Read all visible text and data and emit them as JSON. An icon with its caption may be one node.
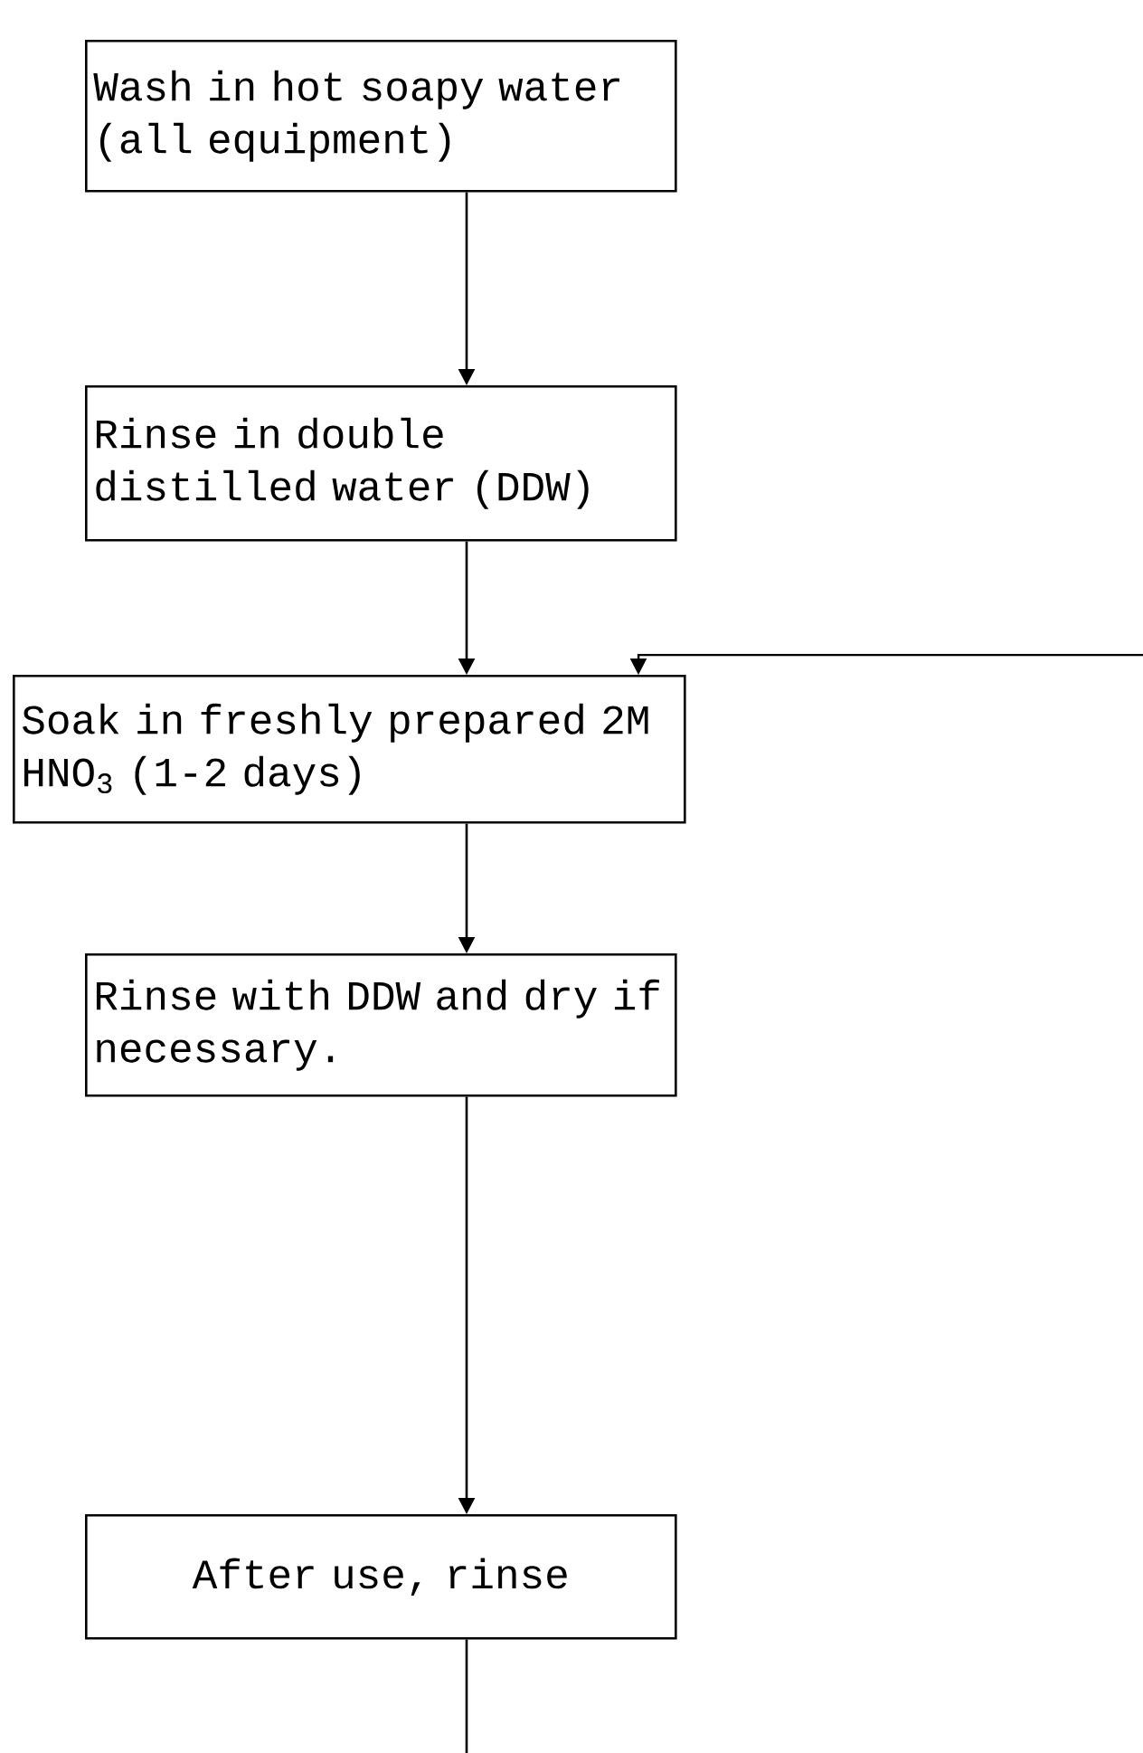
{
  "diagram": {
    "nodes": [
      {
        "text": [
          "Wash in hot soapy water (all equipment)"
        ]
      },
      {
        "text": [
          "Rinse in double distilled water (DDW)"
        ]
      },
      {
        "text": [
          "Soak in freshly prepared 2M HNO$_{3}$  (1-2 days)"
        ]
      },
      {
        "text": [
          "Rinse with DDW and dry if necessary."
        ]
      },
      {
        "text": [
          "After use, rinse"
        ]
      }
    ],
    "edges": [
      {
        "from": 0,
        "to": 1,
        "arrow": "to"
      },
      {
        "from": 1,
        "to": 2,
        "arrow": "to"
      },
      {
        "from": null,
        "to": 2,
        "arrow": "to"
      },
      {
        "from": 2,
        "to": 3,
        "arrow": "to"
      },
      {
        "from": 3,
        "to": 4,
        "arrow": "to"
      },
      {
        "from": 4,
        "to": null,
        "arrow": "none"
      }
    ]
  }
}
